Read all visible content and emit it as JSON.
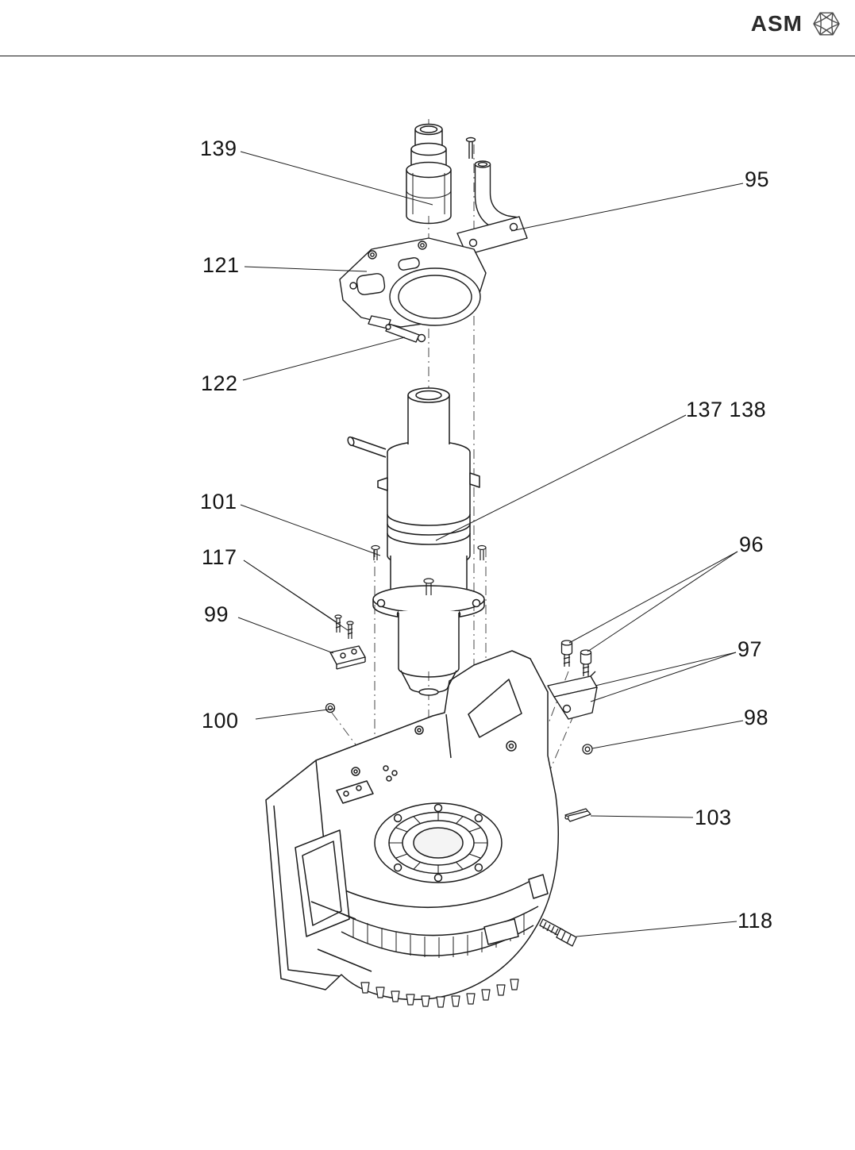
{
  "header": {
    "logo_text": "ASM",
    "logo_icon": "asm-geodesic-hex-icon"
  },
  "colors": {
    "ink": "#1c1c1c",
    "background": "#ffffff",
    "logo": "#4d4d4d"
  },
  "diagram": {
    "type": "exploded-parts-diagram",
    "subject": "motor-and-housing-assembly",
    "callouts": [
      {
        "id": "139",
        "label": "139"
      },
      {
        "id": "95",
        "label": "95"
      },
      {
        "id": "121",
        "label": "121"
      },
      {
        "id": "122",
        "label": "122"
      },
      {
        "id": "137-138",
        "label": "137 138"
      },
      {
        "id": "101",
        "label": "101"
      },
      {
        "id": "117",
        "label": "117"
      },
      {
        "id": "99",
        "label": "99"
      },
      {
        "id": "96",
        "label": "96"
      },
      {
        "id": "97",
        "label": "97"
      },
      {
        "id": "98",
        "label": "98"
      },
      {
        "id": "100",
        "label": "100"
      },
      {
        "id": "103",
        "label": "103"
      },
      {
        "id": "118",
        "label": "118"
      }
    ]
  }
}
